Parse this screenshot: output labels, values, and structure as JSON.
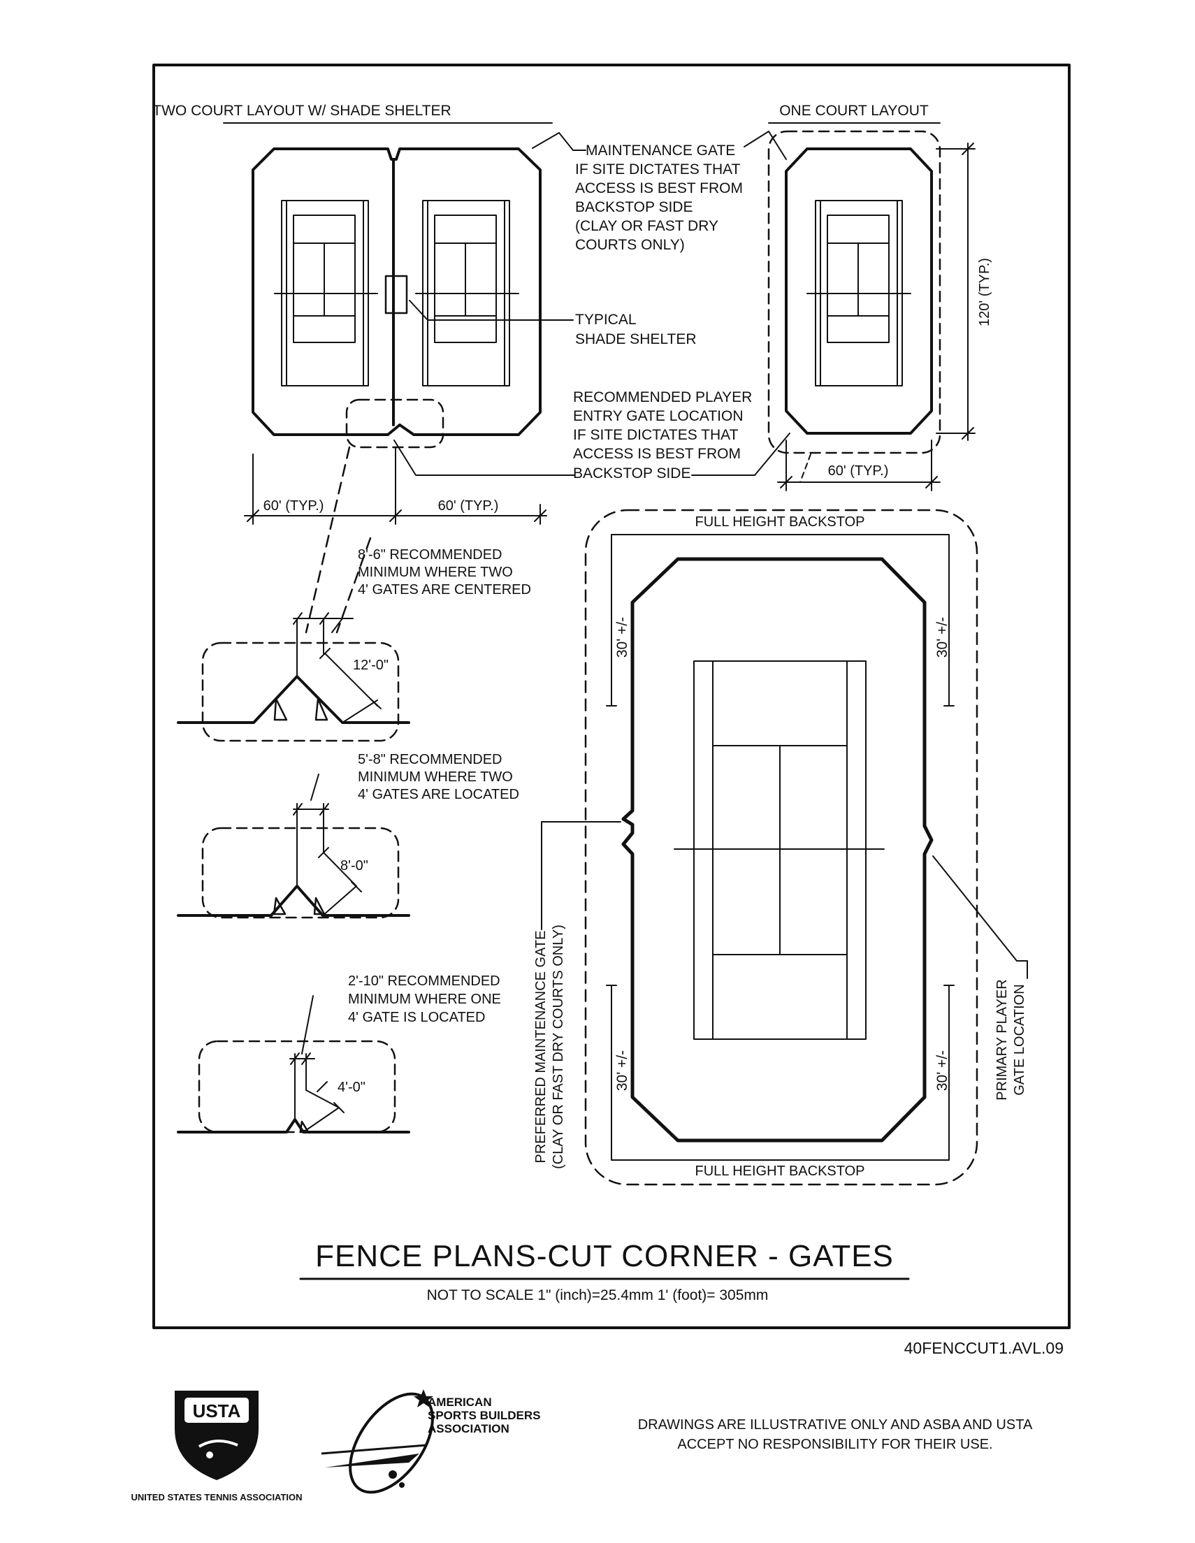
{
  "drawing": {
    "two_court_title": "TWO COURT LAYOUT W/ SHADE SHELTER",
    "one_court_title": "ONE COURT LAYOUT",
    "maintenance_gate_note": [
      "MAINTENANCE GATE",
      "IF SITE DICTATES THAT",
      "ACCESS IS BEST FROM",
      "BACKSTOP SIDE",
      "(CLAY OR FAST DRY",
      "COURTS ONLY)"
    ],
    "shade_shelter_note": [
      "TYPICAL",
      "SHADE SHELTER"
    ],
    "player_entry_note": [
      "RECOMMENDED PLAYER",
      "ENTRY GATE LOCATION",
      "IF SITE DICTATES THAT",
      "ACCESS IS BEST FROM",
      "BACKSTOP SIDE"
    ],
    "dim_60_typ": "60' (TYP.)",
    "dim_120_typ": "120' (TYP.)",
    "detail_1_note": [
      "8'-6\" RECOMMENDED",
      "MINIMUM WHERE TWO",
      "4' GATES ARE CENTERED"
    ],
    "detail_1_dim": "12'-0\"",
    "detail_2_note": [
      "5'-8\" RECOMMENDED",
      "MINIMUM WHERE TWO",
      "4' GATES ARE LOCATED"
    ],
    "detail_2_dim": "8'-0\"",
    "detail_3_note": [
      "2'-10\" RECOMMENDED",
      "MINIMUM WHERE ONE",
      "4' GATE IS LOCATED"
    ],
    "detail_3_dim": "4'-0\"",
    "full_height_backstop": "FULL HEIGHT BACKSTOP",
    "dim_30": "30' +/-",
    "preferred_maintenance_gate": [
      "PREFERRED MAINTENANCE GATE",
      "(CLAY OR FAST DRY COURTS ONLY)"
    ],
    "primary_player_gate": [
      "PRIMARY PLAYER",
      "GATE LOCATION"
    ],
    "main_title": "FENCE PLANS-CUT CORNER - GATES",
    "scale_note": "NOT TO SCALE   1\" (inch)=25.4mm   1' (foot)= 305mm",
    "drawing_id": "40FENCCUT1.AVL.09"
  },
  "footer": {
    "usta_badge": "USTA",
    "usta_name": "UNITED STATES TENNIS ASSOCIATION",
    "asba_name": [
      "AMERICAN",
      "SPORTS BUILDERS",
      "ASSOCIATION"
    ],
    "disclaimer": [
      "DRAWINGS ARE ILLUSTRATIVE ONLY AND ASBA AND USTA",
      "ACCEPT NO RESPONSIBILITY FOR THEIR USE."
    ]
  }
}
